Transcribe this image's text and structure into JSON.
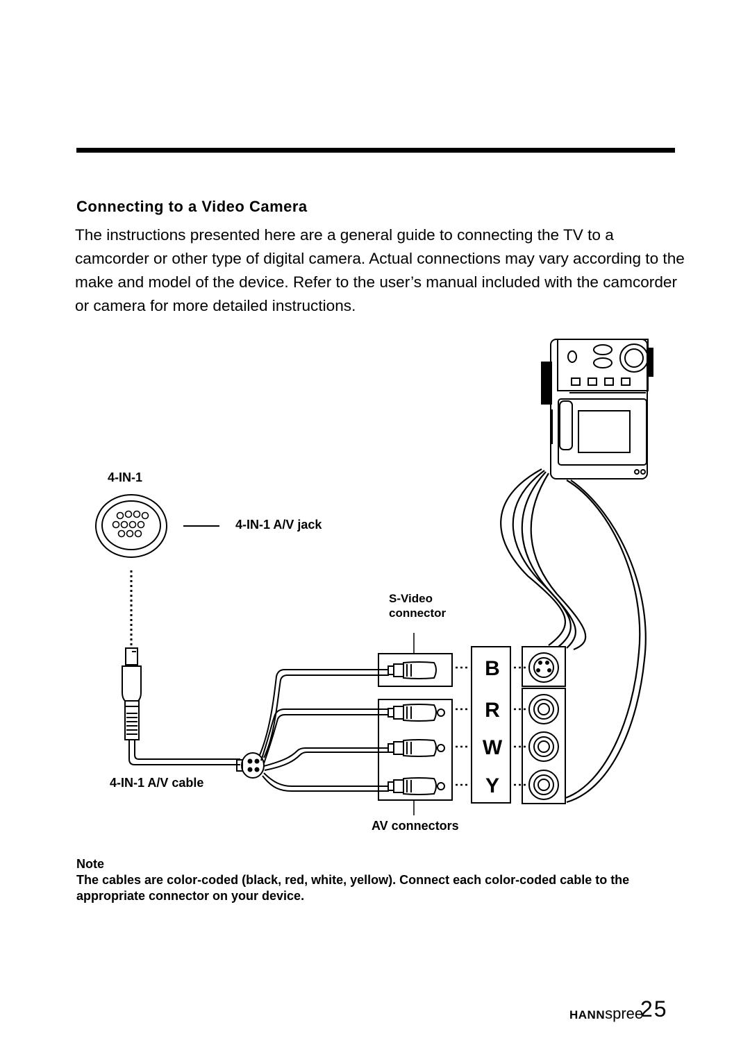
{
  "section": {
    "title": "Connecting to a Video Camera",
    "intro": "The instructions presented here are a general guide to connecting the TV to a camcorder or other type of digital camera. Actual connections may vary according to the make and model of the device. Refer to the user’s manual included with the camcorder or camera for more detailed instructions."
  },
  "diagram": {
    "port_label": "4-IN-1",
    "jack_label": "4-IN-1 A/V jack",
    "svideo_label_line1": "S-Video",
    "svideo_label_line2": "connector",
    "cable_label": "4-IN-1 A/V cable",
    "av_label": "AV connectors",
    "jack_letters": [
      "B",
      "R",
      "W",
      "Y"
    ]
  },
  "note": {
    "heading": "Note",
    "body": "The cables are color-coded (black, red, white, yellow). Connect each color-coded cable to the appropriate connector on your device."
  },
  "footer": {
    "brand_bold": "HANN",
    "brand_light": "spree",
    "page_number": "25"
  }
}
